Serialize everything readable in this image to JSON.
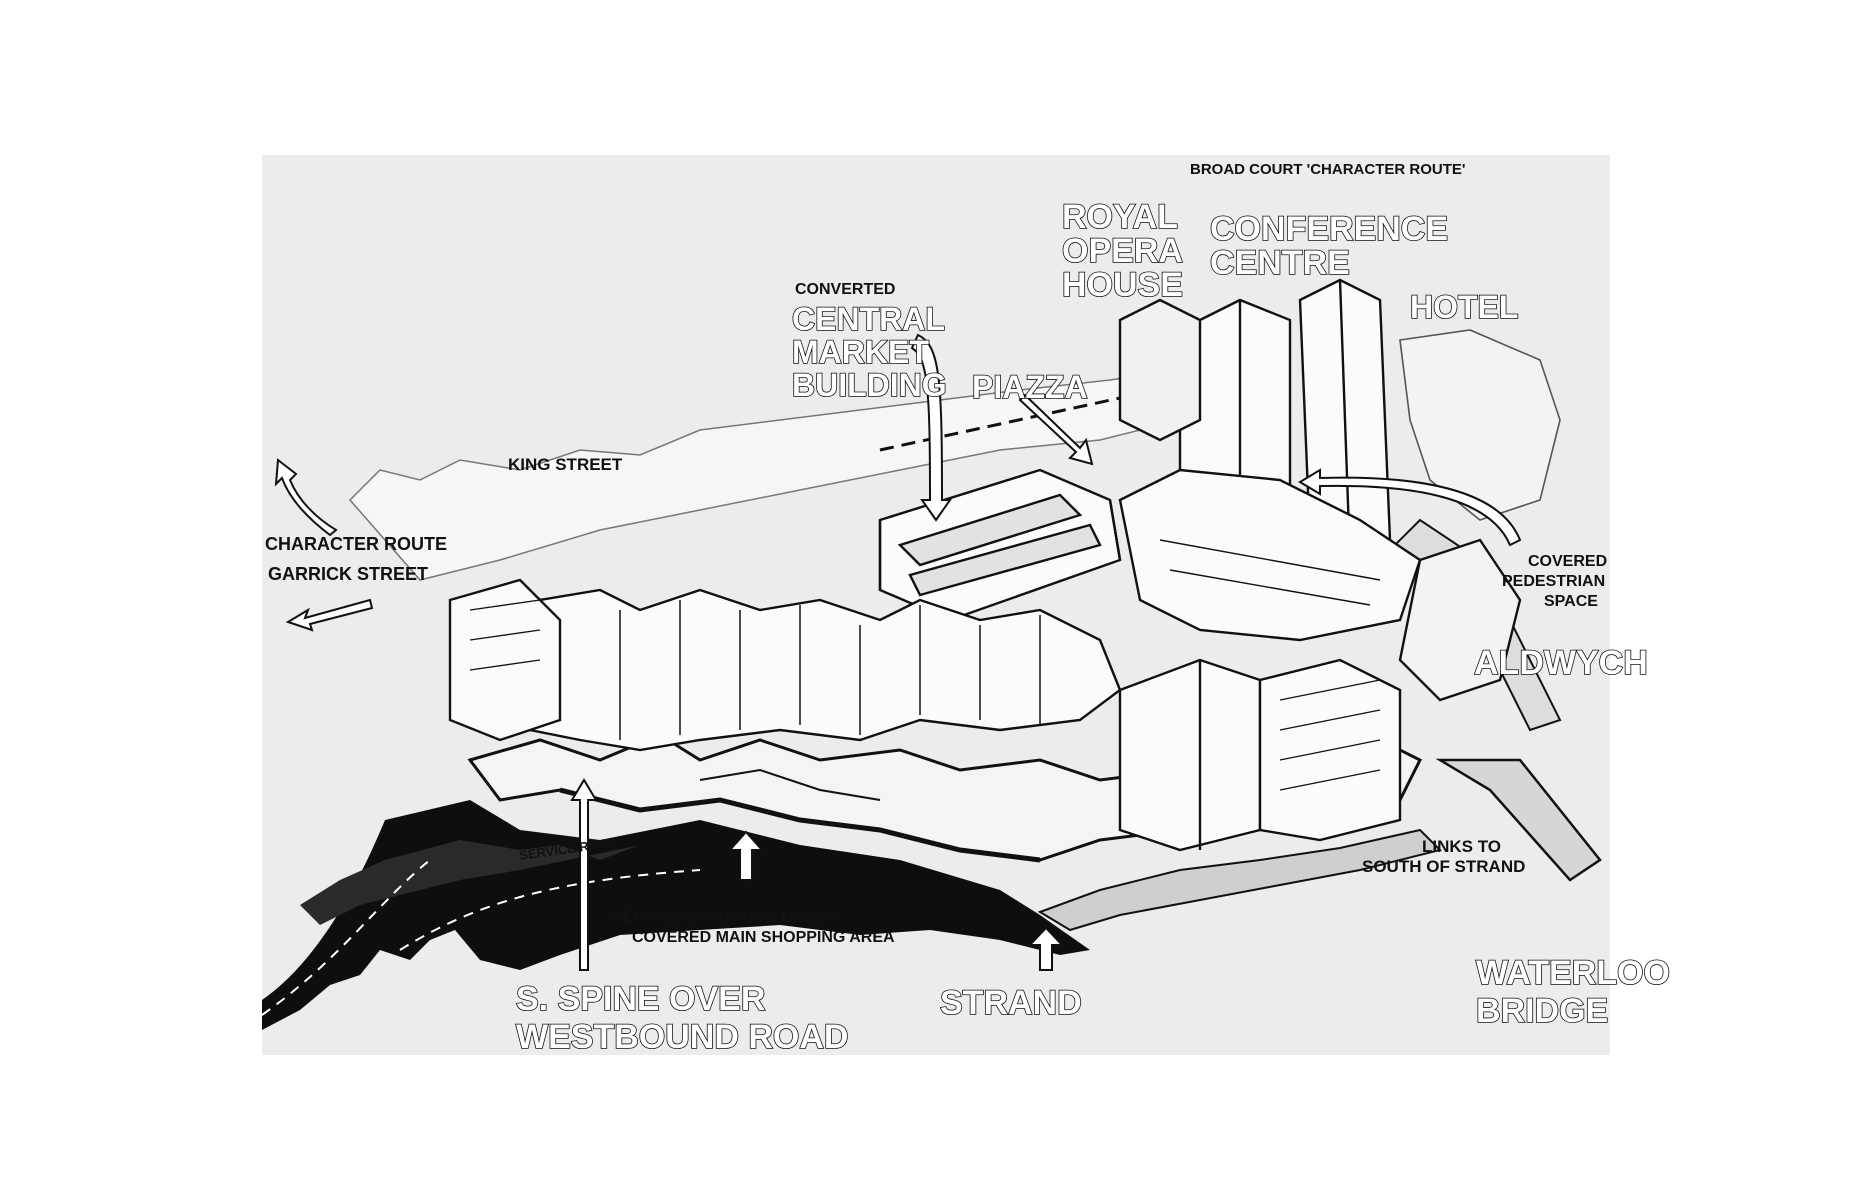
{
  "colors": {
    "ink": "#111111",
    "paper": "#ececec",
    "background": "#ffffff",
    "road": "#0e0e0e"
  },
  "labels": {
    "broad_court": "BROAD COURT 'CHARACTER ROUTE'",
    "royal_opera_house": [
      "ROYAL",
      "OPERA",
      "HOUSE"
    ],
    "conference_centre": [
      "CONFERENCE",
      "CENTRE"
    ],
    "hotel": "HOTEL",
    "converted": "CONVERTED",
    "central_market_building": [
      "CENTRAL",
      "MARKET",
      "BUILDING"
    ],
    "piazza": "PIAZZA",
    "king_street": "KING STREET",
    "character_route": "CHARACTER ROUTE",
    "garrick_street": "GARRICK STREET",
    "covered_pedestrian_space": [
      "COVERED",
      "PEDESTRIAN",
      "SPACE"
    ],
    "aldwych": "ALDWYCH",
    "links_to_south": [
      "LINKS TO",
      "SOUTH OF STRAND"
    ],
    "servicing_parking": [
      "SERVICING/PARKING UNDER",
      "COVERED MAIN SHOPPING AREA"
    ],
    "service_road": "SERVICE ROAD",
    "s_spine": [
      "S. SPINE OVER",
      "WESTBOUND ROAD"
    ],
    "strand": "STRAND",
    "waterloo_bridge": [
      "WATERLOO",
      "BRIDGE"
    ]
  }
}
